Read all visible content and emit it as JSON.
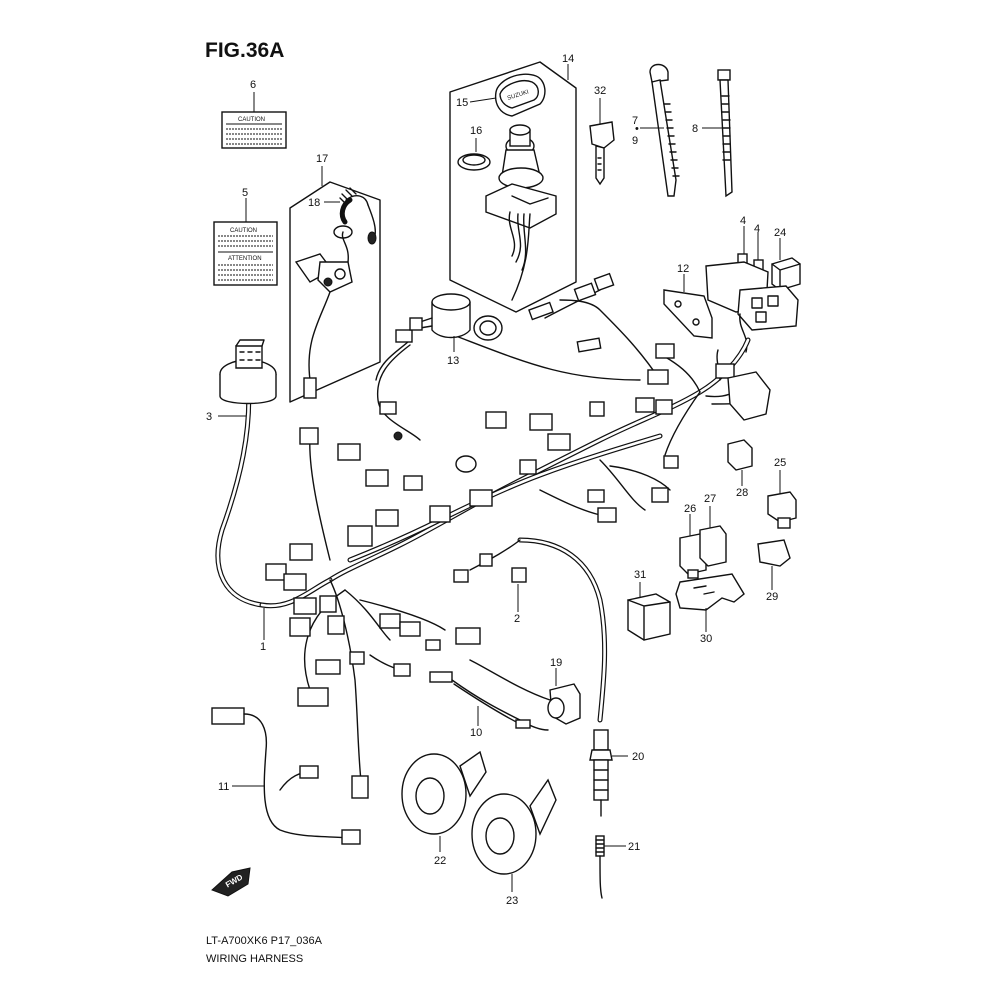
{
  "figure": {
    "title": "FIG.36A"
  },
  "footer": {
    "model_code": "LT-A700XK6 P17_036A",
    "caption": "WIRING HARNESS"
  },
  "labels": {
    "caution": "CAUTION",
    "attention": "ATTENTION",
    "fwd": "FWD",
    "key_brand": "SUZUKI"
  },
  "callouts": {
    "c1": "1",
    "c2": "2",
    "c3": "3",
    "c4a": "4",
    "c4b": "4",
    "c5": "5",
    "c6": "6",
    "c7": "7",
    "c8": "8",
    "c9": "9",
    "c10": "10",
    "c11": "11",
    "c12": "12",
    "c13": "13",
    "c14": "14",
    "c15": "15",
    "c16": "16",
    "c17": "17",
    "c18": "18",
    "c19": "19",
    "c20": "20",
    "c21": "21",
    "c22": "22",
    "c23": "23",
    "c24": "24",
    "c25": "25",
    "c26": "26",
    "c27": "27",
    "c28": "28",
    "c29": "29",
    "c30": "30",
    "c31": "31",
    "c32": "32"
  }
}
